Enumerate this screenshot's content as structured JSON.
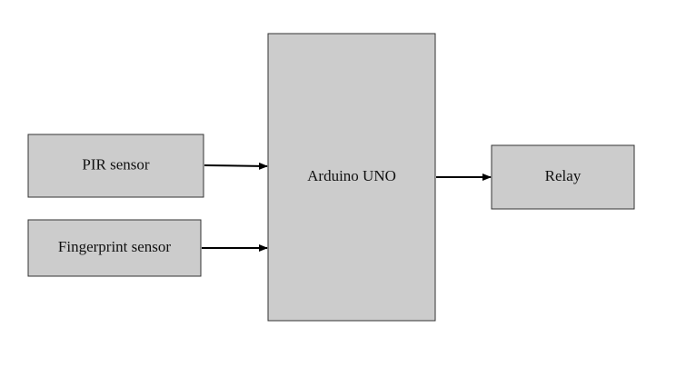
{
  "blocks": {
    "pir_sensor": {
      "label": "PIR sensor"
    },
    "fingerprint_sensor": {
      "label": "Fingerprint sensor"
    },
    "arduino_uno": {
      "label": "Arduino UNO"
    },
    "relay": {
      "label": "Relay"
    }
  },
  "connections": [
    {
      "from": "PIR sensor",
      "to": "Arduino UNO"
    },
    {
      "from": "Fingerprint sensor",
      "to": "Arduino UNO"
    },
    {
      "from": "Arduino UNO",
      "to": "Relay"
    }
  ],
  "colors": {
    "block_fill": "#cccccc",
    "block_stroke": "#333333",
    "arrow": "#000000"
  }
}
